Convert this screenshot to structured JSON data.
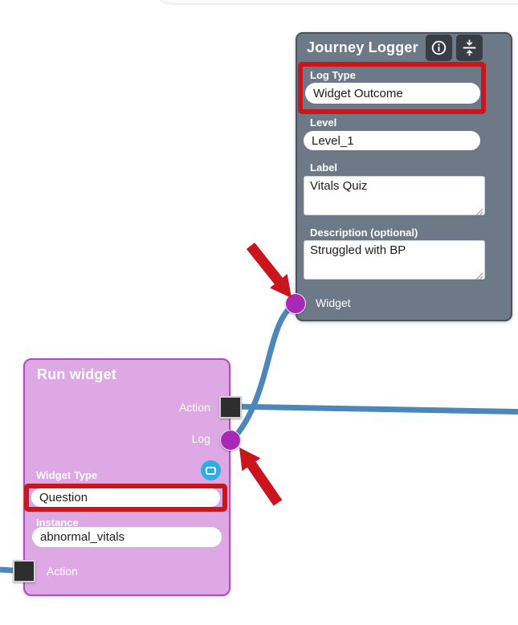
{
  "colors": {
    "node_gray": "#6e7988",
    "node_gray_border": "#49525e",
    "node_pink": "#dda8e3",
    "node_pink_border": "#ad4cc3",
    "port_purple": "#a828b8",
    "port_black": "#2e2e2e",
    "edge_blue": "#4d86bb",
    "annotation_red": "#c9151b",
    "icon_button_bg": "#383d45",
    "display_icon_blue": "#2aaee4"
  },
  "journey_logger": {
    "title": "Journey Logger",
    "fields": {
      "log_type": {
        "label": "Log Type",
        "value": "Widget Outcome",
        "highlighted": true
      },
      "level": {
        "label": "Level",
        "value": "Level_1"
      },
      "label": {
        "label": "Label",
        "value": "Vitals Quiz"
      },
      "description": {
        "label": "Description (optional)",
        "value": "Struggled with BP"
      }
    },
    "ports": {
      "widget": {
        "label": "Widget",
        "shape": "circle",
        "color": "#a828b8"
      }
    }
  },
  "run_widget": {
    "title": "Run widget",
    "fields": {
      "widget_type": {
        "label": "Widget Type",
        "value": "Question",
        "highlighted": true
      },
      "instance": {
        "label": "Instance",
        "value": "abnormal_vitals"
      }
    },
    "ports": {
      "action_out": {
        "label": "Action",
        "shape": "square",
        "color": "#2e2e2e"
      },
      "log": {
        "label": "Log",
        "shape": "circle",
        "color": "#a828b8"
      },
      "action_in": {
        "label": "Action",
        "shape": "square",
        "color": "#2e2e2e"
      }
    }
  },
  "annotations": {
    "highlight_color": "#c9151b",
    "highlighted_fields": [
      "Log Type",
      "Widget Type"
    ],
    "arrows_point_at": [
      "Widget port",
      "Log port"
    ]
  }
}
